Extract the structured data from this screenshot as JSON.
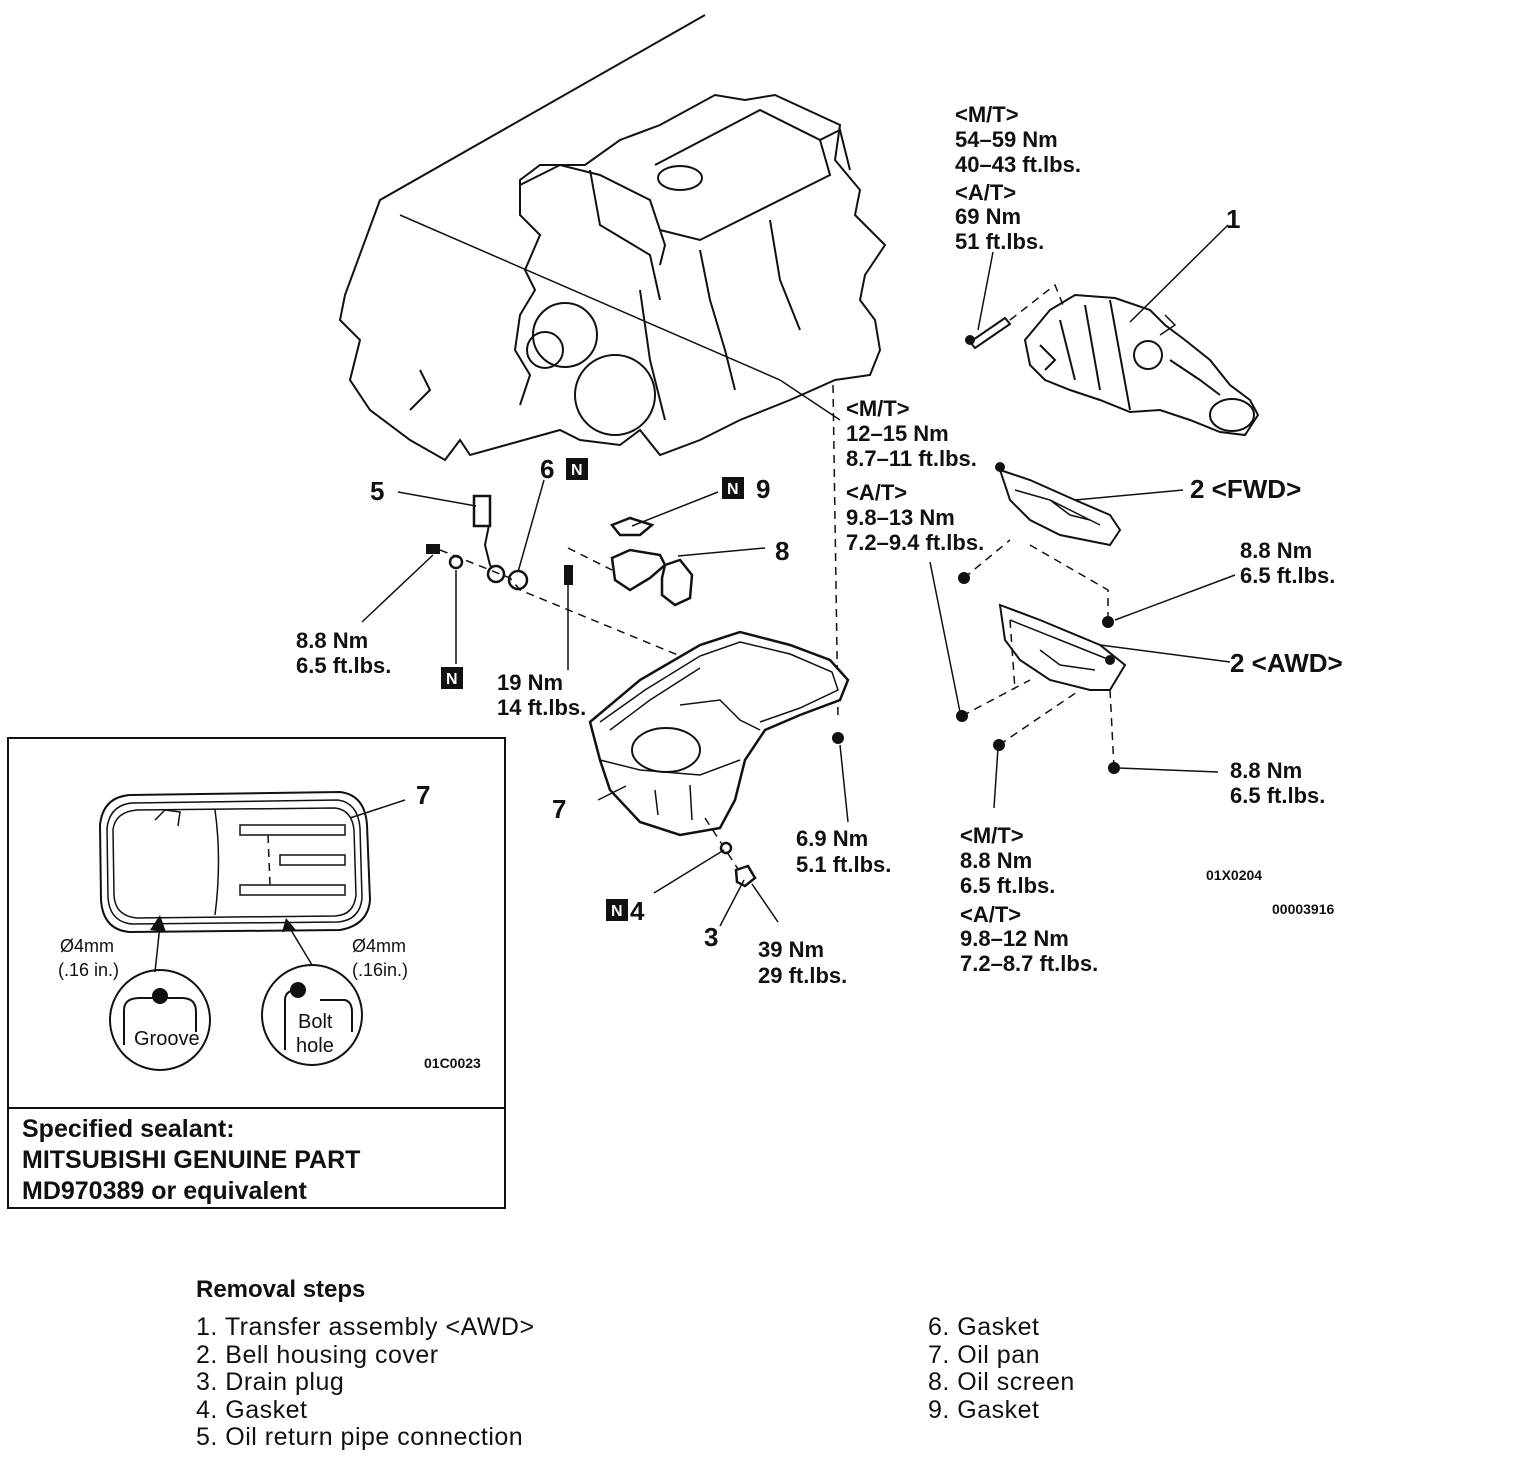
{
  "labels": {
    "mt_transfer": "<M/T>",
    "mt_transfer_nm": "54–59 Nm",
    "mt_transfer_ft": "40–43 ft.lbs.",
    "at_transfer": "<A/T>",
    "at_transfer_nm": "69 Nm",
    "at_transfer_ft": "51 ft.lbs.",
    "callout_1": "1",
    "mt_bell": "<M/T>",
    "mt_bell_nm": "12–15 Nm",
    "mt_bell_ft": "8.7–11 ft.lbs.",
    "at_bell": "<A/T>",
    "at_bell_nm": "9.8–13 Nm",
    "at_bell_ft": "7.2–9.4 ft.lbs.",
    "callout_2_fwd": "2 <FWD>",
    "callout_2_awd": "2 <AWD>",
    "fwd_bolt_nm": "8.8 Nm",
    "fwd_bolt_ft": "6.5 ft.lbs.",
    "awd_bolt_nm": "8.8 Nm",
    "awd_bolt_ft": "6.5 ft.lbs.",
    "lower_mt": "<M/T>",
    "lower_mt_nm": "8.8 Nm",
    "lower_mt_ft": "6.5 ft.lbs.",
    "lower_at": "<A/T>",
    "lower_at_nm": "9.8–12 Nm",
    "lower_at_ft": "7.2–8.7 ft.lbs.",
    "code_main": "01X0204",
    "code_doc": "00003916",
    "callout_5": "5",
    "callout_6": "6",
    "callout_9": "9",
    "callout_8": "8",
    "callout_7": "7",
    "callout_4": "4",
    "callout_3": "3",
    "n_mark": "N",
    "pipe_bolt_nm": "8.8 Nm",
    "pipe_bolt_ft": "6.5 ft.lbs.",
    "screen_bolt_nm": "19 Nm",
    "screen_bolt_ft": "14 ft.lbs.",
    "pan_bolt_nm": "6.9 Nm",
    "pan_bolt_ft": "5.1 ft.lbs.",
    "drain_nm": "39 Nm",
    "drain_ft": "29 ft.lbs."
  },
  "inset": {
    "callout_7": "7",
    "left_dia": "Ø4mm",
    "left_in": "(.16 in.)",
    "right_dia": "Ø4mm",
    "right_in": "(.16in.)",
    "groove": "Groove",
    "bolt": "Bolt",
    "hole": "hole",
    "code": "01C0023",
    "sealant_line1": "Specified sealant:",
    "sealant_line2": "MITSUBISHI GENUINE PART",
    "sealant_line3": "MD970389 or equivalent"
  },
  "removal": {
    "title": "Removal steps",
    "left": [
      "1. Transfer assembly <AWD>",
      "2. Bell housing cover",
      "3. Drain plug",
      "4. Gasket",
      "5. Oil return pipe connection"
    ],
    "right": [
      "6. Gasket",
      "7. Oil pan",
      "8. Oil screen",
      "9. Gasket"
    ]
  }
}
